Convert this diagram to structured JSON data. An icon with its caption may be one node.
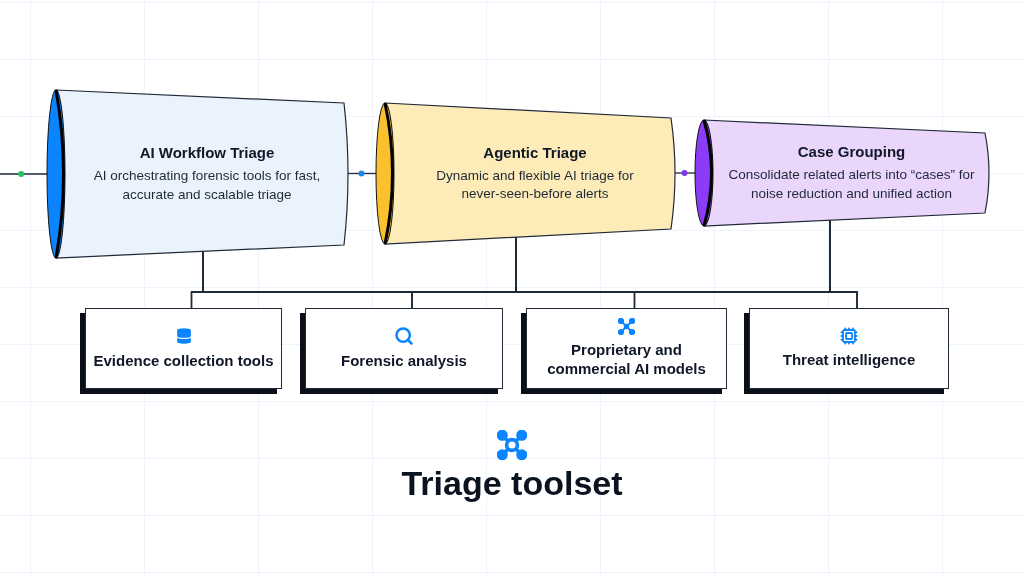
{
  "diagram": {
    "title": "Triage toolset",
    "nodes": [
      {
        "text": [
          "AI Workflow Triage",
          "AI orchestrating forensic tools for fast, accurate and scalable triage"
        ]
      },
      {
        "text": [
          "Agentic Triage",
          "Dynamic and flexible AI triage for never-seen-before alerts"
        ]
      },
      {
        "text": [
          "Case Grouping",
          "Consolidate related alerts into “cases” for noise reduction and unified action"
        ]
      },
      {
        "text": [
          "Evidence collection tools"
        ]
      },
      {
        "text": [
          "Forensic analysis"
        ]
      },
      {
        "text": [
          "Proprietary and commercial AI models"
        ]
      },
      {
        "text": [
          "Threat intelligence"
        ]
      }
    ],
    "edges": [
      {
        "from": null,
        "to": 0,
        "arrow": "none"
      },
      {
        "from": 0,
        "to": 1,
        "arrow": "none"
      },
      {
        "from": 1,
        "to": 2,
        "arrow": "none"
      },
      {
        "from": 0,
        "to": 3,
        "arrow": "none"
      },
      {
        "from": 0,
        "to": 4,
        "arrow": "none"
      },
      {
        "from": 0,
        "to": 5,
        "arrow": "none"
      },
      {
        "from": 0,
        "to": 6,
        "arrow": "none"
      },
      {
        "from": 1,
        "to": 3,
        "arrow": "none"
      },
      {
        "from": 1,
        "to": 4,
        "arrow": "none"
      },
      {
        "from": 1,
        "to": 5,
        "arrow": "none"
      },
      {
        "from": 1,
        "to": 6,
        "arrow": "none"
      },
      {
        "from": 2,
        "to": 3,
        "arrow": "none"
      },
      {
        "from": 2,
        "to": 4,
        "arrow": "none"
      },
      {
        "from": 2,
        "to": 5,
        "arrow": "none"
      },
      {
        "from": 2,
        "to": 6,
        "arrow": "none"
      }
    ]
  }
}
